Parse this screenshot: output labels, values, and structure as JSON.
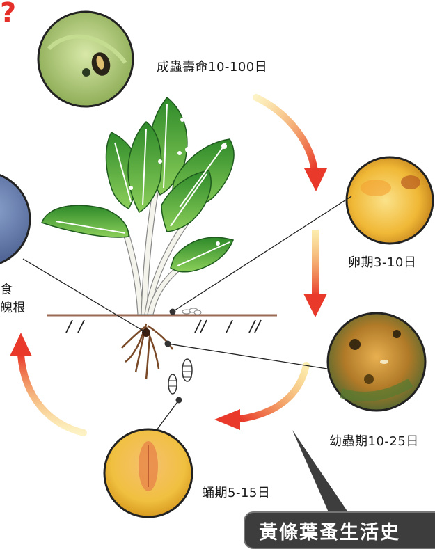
{
  "header": {
    "mark": "?"
  },
  "stages": {
    "adult": "成蟲壽命10-100日",
    "egg": "卵期3-10日",
    "larva": "幼蟲期10-25日",
    "pupa": "蛹期5-15日",
    "feeding_partial_1": "食",
    "feeding_partial_2": "魄根"
  },
  "title": "黃條葉蚤生活史",
  "colors": {
    "arrow_start": "#f7d23a",
    "arrow_end": "#e8392b",
    "banner": "#3d3d3d"
  }
}
